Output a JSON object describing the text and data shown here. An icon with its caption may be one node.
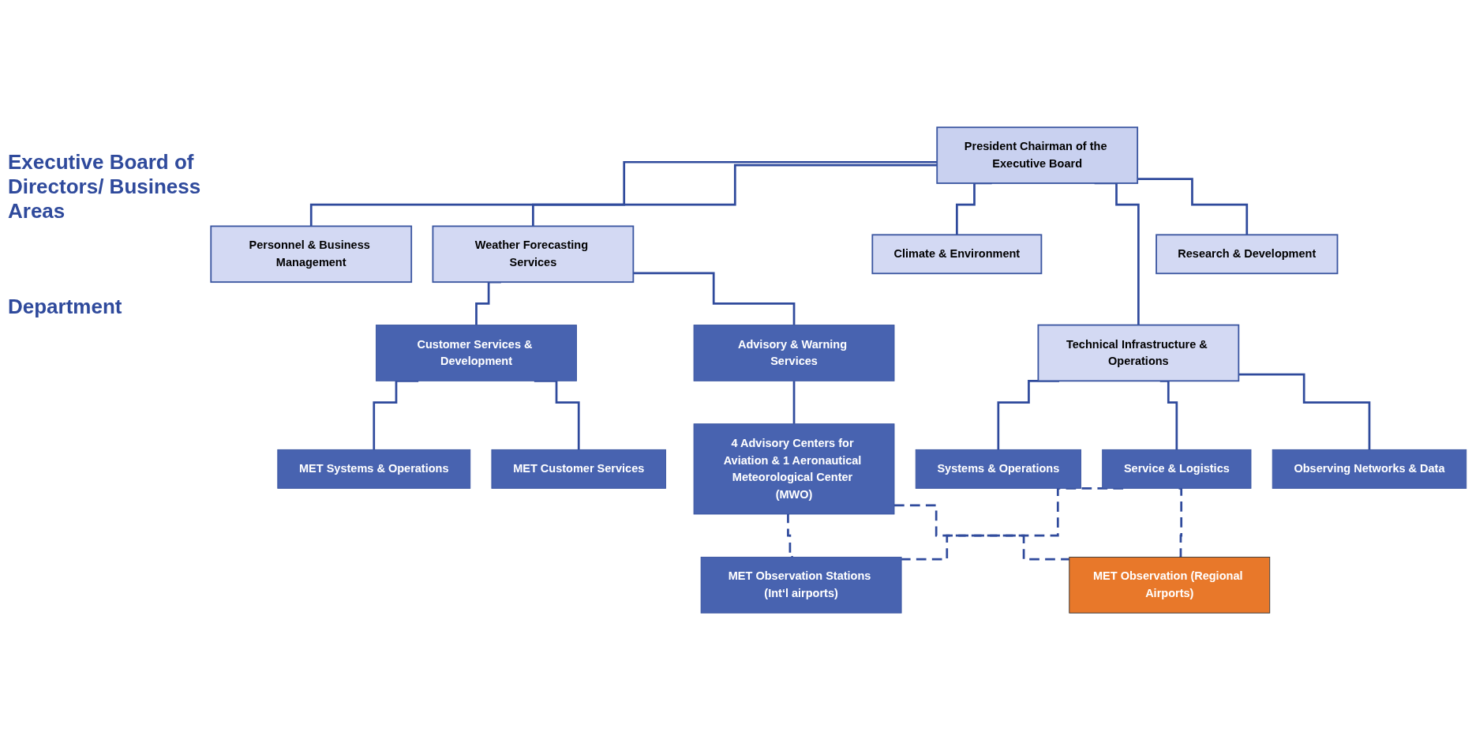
{
  "diagram": {
    "nodes": [
      {
        "text": [
          "President Chairman of the Executive Board"
        ]
      },
      {
        "text": [
          "Personnel & Business Management"
        ]
      },
      {
        "text": [
          "Weather Forecasting Services"
        ]
      },
      {
        "text": [
          "Climate & Environment"
        ]
      },
      {
        "text": [
          "Technical Infrastructure & Operations"
        ]
      },
      {
        "text": [
          "Research & Development"
        ]
      },
      {
        "text": [
          "Customer Services & Development"
        ]
      },
      {
        "text": [
          "Advisory & Warning Services"
        ]
      },
      {
        "text": [
          "Systems & Operations"
        ]
      },
      {
        "text": [
          "Service & Logistics"
        ]
      },
      {
        "text": [
          "Observing Networks & Data"
        ]
      },
      {
        "text": [
          "MET Systems & Operations"
        ]
      },
      {
        "text": [
          "MET Customer Services"
        ]
      },
      {
        "text": [
          "4 Advisory Centers for Aviation & 1 Aeronautical Meteorological Center (MWO)"
        ]
      },
      {
        "text": [
          "MET Observation Stations (Int‘l airports)"
        ]
      },
      {
        "text": [
          "MET Observation (Regional Airports)"
        ]
      }
    ],
    "edges": [
      {
        "from": 0,
        "to": 1,
        "arrow": "none"
      },
      {
        "from": 0,
        "to": 2,
        "arrow": "none"
      },
      {
        "from": 0,
        "to": 3,
        "arrow": "none"
      },
      {
        "from": 0,
        "to": 4,
        "arrow": "none"
      },
      {
        "from": 0,
        "to": 5,
        "arrow": "none"
      },
      {
        "from": 2,
        "to": 6,
        "arrow": "none"
      },
      {
        "from": 2,
        "to": 7,
        "arrow": "none"
      },
      {
        "from": 4,
        "to": 8,
        "arrow": "none"
      },
      {
        "from": 4,
        "to": 9,
        "arrow": "none"
      },
      {
        "from": 4,
        "to": 10,
        "arrow": "none"
      },
      {
        "from": 6,
        "to": 11,
        "arrow": "none"
      },
      {
        "from": 6,
        "to": 12,
        "arrow": "none"
      },
      {
        "from": 7,
        "to": 13,
        "arrow": "none"
      },
      {
        "from": 13,
        "to": 14,
        "arrow": "none",
        "style": "dashed"
      },
      {
        "from": 9,
        "to": 14,
        "arrow": "none",
        "style": "dashed"
      },
      {
        "from": 13,
        "to": 15,
        "arrow": "none",
        "style": "dashed"
      },
      {
        "from": 9,
        "to": 15,
        "arrow": "none",
        "style": "dashed"
      }
    ],
    "labels": [
      "Executive Board of Directors/ Business Areas",
      "Department"
    ]
  }
}
